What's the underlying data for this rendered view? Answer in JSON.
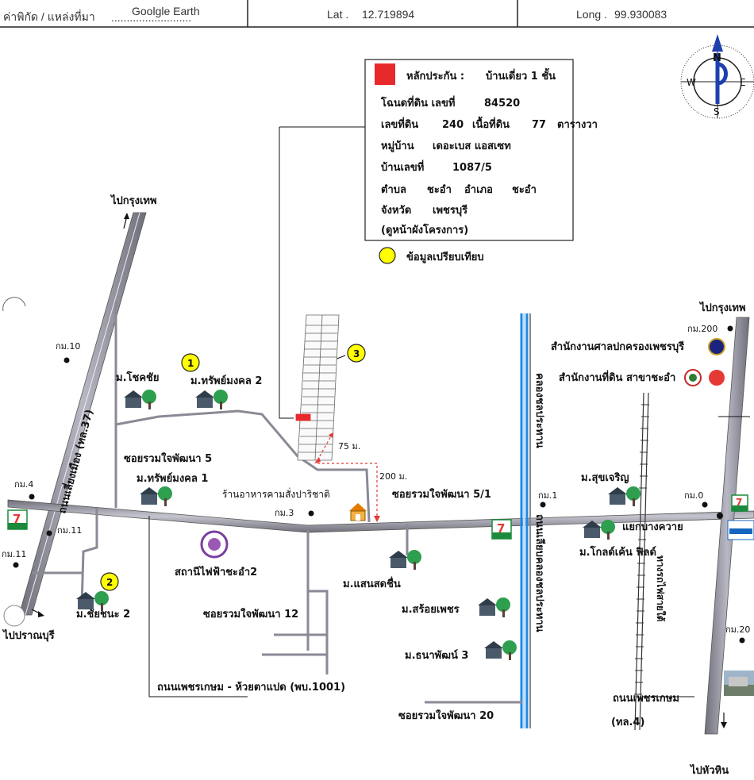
{
  "header": {
    "source_label": "ค่าพิกัด / แหล่งที่มา",
    "source_value": "Goolgle Earth",
    "lat_label": "Lat .",
    "lat_value": "12.719894",
    "long_label": "Long .",
    "long_value": "99.930083"
  },
  "legend": {
    "collateral_label": "หลักประกัน :",
    "collateral_type": "บ้านเดี่ยว 1 ชั้น",
    "deed_label": "โฉนดที่ดิน เลขที่",
    "deed_no": "84520",
    "land_no_label": "เลขที่ดิน",
    "land_no": "240",
    "area_label": "เนื้อที่ดิน",
    "area_value": "77",
    "area_unit": "ตารางวา",
    "village_label": "หมู่บ้าน",
    "village_value": "เดอะเบส แอสเซท",
    "house_no_label": "บ้านเลขที่",
    "house_no": "1087/5",
    "subdistrict_label": "ตำบล",
    "subdistrict_value": "ชะอำ",
    "district_label": "อำเภอ",
    "district_value": "ชะอำ",
    "province_label": "จังหวัด",
    "province_value": "เพชรบุรี",
    "note": "(ดูหน้าผังโครงการ)",
    "compare_label": "ข้อมูลเปรียบเทียบ",
    "collateral_color": "#e8292b",
    "compare_color": "#ffff00"
  },
  "compass": {
    "n": "N",
    "s": "S",
    "e": "E",
    "w": "W"
  },
  "labels": {
    "to_bangkok_left": "ไปกรุงเทพ",
    "to_bangkok_right": "ไปกรุงเทพ",
    "to_pranburi": "ไปปราณบุรี",
    "to_huahin": "ไปหัวหิน",
    "road_liangmueang": "ถนนเลี่ยงเมือง (ทล.37)",
    "km10": "กม.10",
    "km4": "กม.4",
    "km11a": "กม.11",
    "km11b": "กม.11",
    "km3": "กม.3",
    "km1": "กม.1",
    "km0": "กม.0",
    "km200": "กม.200",
    "km20": "กม.20",
    "m_chokchai": "ม.โชคชัย",
    "m_sapmongkol2": "ม.ทรัพย์มงคล 2",
    "m_sapmongkol1": "ม.ทรัพย์มงคล 1",
    "soi5": "ซอยรวมใจพัฒนา 5",
    "soi51": "ซอยรวมใจพัฒนา 5/1",
    "soi12": "ซอยรวมใจพัฒนา 12",
    "soi20": "ซอยรวมใจพัฒนา 20",
    "restaurant": "ร้านอาหารคามสั่งปาริชาติ",
    "power_station": "สถานีไฟฟ้าชะอำ2",
    "m_chaichana2": "ม.ชัยชนะ 2",
    "m_saensodchuen": "ม.แสนสดชื่น",
    "m_sroipetch": "ม.สร้อยเพชร",
    "m_thanapat3": "ม.ธนาพัฒน์ 3",
    "road_petkasem_huai": "ถนนเพชรเกษม - ห้วยตาแปด (พบ.1001)",
    "canal_road_top": "คลองชลประทาน",
    "canal_road_bottom": "ถนนเลียบคลองชลประทาน",
    "court_office": "สำนักงานศาลปกครองเพชรบุรี",
    "land_office": "สำนักงานที่ดิน สาขาชะอำ",
    "m_sukcharoen": "ม.สุขเจริญ",
    "m_goldenfield": "ม.โกลด์เค้น ฟิลด์",
    "bang_kwai": "แยกบางควาย",
    "railway": "ทางรถไฟสายใต้",
    "road_petkasem": "ถนนเพชรเกษม",
    "road_tl4": "(ทล.4)",
    "dist75": "75 ม.",
    "dist200": "200 ม.",
    "marker1": "1",
    "marker2": "2",
    "marker3": "3",
    "seven_a": "7",
    "seven_b": "7",
    "seven_c": "7"
  }
}
